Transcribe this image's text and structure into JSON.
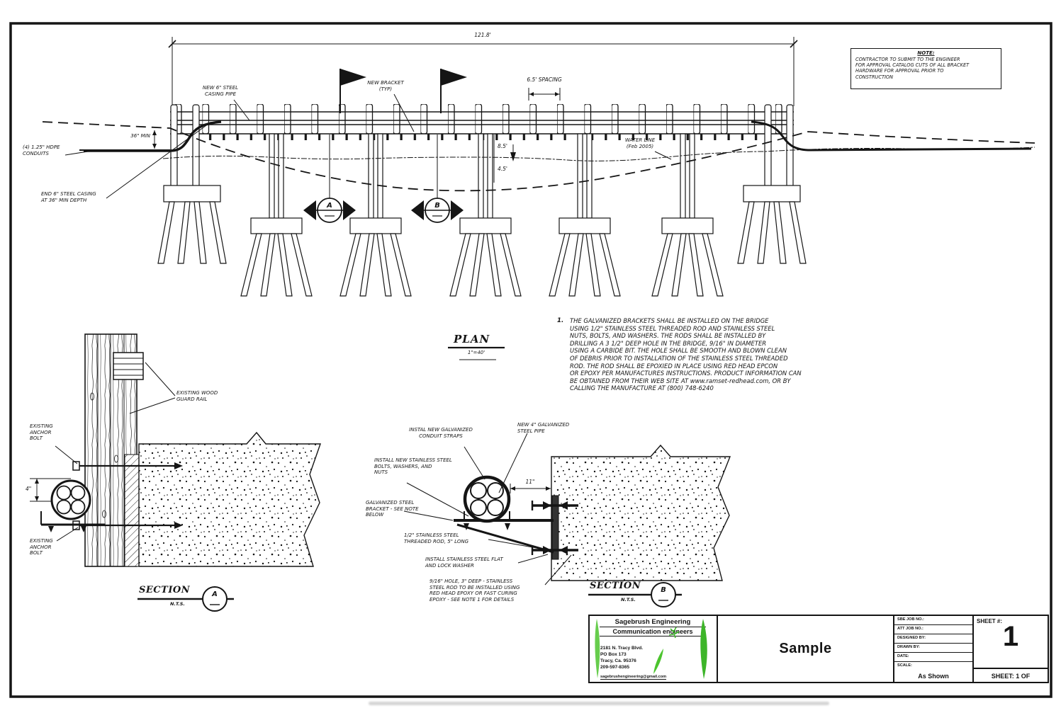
{
  "note_box": {
    "title": "NOTE:",
    "body": "CONTRACTOR TO SUBMIT TO THE ENGINEER\nFOR APPROVAL CATALOG CUTS OF ALL BRACKET\nHARDWARE FOR APPROVAL PRIOR TO\nCONSTRUCTION"
  },
  "plan": {
    "title": "PLAN",
    "scale": "1\"=40'",
    "dim_total": "121.8'",
    "dim_spacing": "6.5' SPACING",
    "dim_deck_to_water": "8.5'",
    "dim_water_to_ground": "4.5'",
    "dim_min_depth": "36\" MIN",
    "label_casing_pipe": "NEW 6\" STEEL\nCASING PIPE",
    "label_new_bracket": "NEW BRACKET\n(TYP)",
    "label_hdpe": "(4) 1.25\" HDPE\nCONDUITS",
    "label_end_casing": "END 6\" STEEL CASING\nAT 36\" MIN DEPTH",
    "label_water_line": "WATER LINE\n(Feb 2005)",
    "marker_a": "A",
    "marker_b": "B"
  },
  "general_note": {
    "number": "1.",
    "text": "THE GALVANIZED BRACKETS SHALL BE INSTALLED ON THE BRIDGE\nUSING 1/2\" STAINLESS STEEL THREADED ROD AND STAINLESS STEEL\nNUTS, BOLTS, AND WASHERS. THE RODS SHALL BE INSTALLED BY\nDRILLING A 3 1/2\" DEEP HOLE IN THE BRIDGE, 9/16\" IN DIAMETER\nUSING A CARBIDE BIT. THE HOLE SHALL BE SMOOTH AND BLOWN CLEAN\nOF DEBRIS PRIOR TO INSTALLATION OF THE STAINLESS STEEL THREADED\nROD. THE ROD SHALL BE EPOXIED IN PLACE USING RED HEAD EPCON\nOR EPOXY PER MANUFACTURES INSTRUCTIONS. PRODUCT INFORMATION CAN\nBE OBTAINED FROM THEIR WEB SITE AT www.ramset-redhead.com, OR BY\nCALLING THE MANUFACTURE AT (800) 748-6240"
  },
  "section_a": {
    "title": "SECTION",
    "marker": "A",
    "scale": "N.T.S.",
    "label_anchor_top": "EXISTING\nANCHOR\nBOLT",
    "label_guard_rail": "EXISTING WOOD\nGUARD RAIL",
    "label_anchor_bottom": "EXISTING\nANCHOR\nBOLT",
    "dim_offset": "4\""
  },
  "section_b": {
    "title": "SECTION",
    "marker": "B",
    "scale": "N.T.S.",
    "label_straps": "INSTAL NEW GALVANIZED\nCONDUIT STRAPS",
    "label_pipe": "NEW 4\" GALVANIZED\nSTEEL PIPE",
    "label_hardware": "INSTALL NEW STAINLESS STEEL\nBOLTS, WASHERS, AND\nNUTS",
    "label_bracket": "GALVANIZED STEEL\nBRACKET - SEE NOTE\nBELOW",
    "label_rod": "1/2\" STAINLESS STEEL\nTHREADED ROD, 5\" LONG",
    "label_washer": "INSTALL STAINLESS STEEL FLAT\nAND LOCK WASHER",
    "label_hole": "9/16\" HOLE, 3\" DEEP - STAINLESS\nSTEEL ROD TO BE INSTALLED USING\nRED HEAD EPOXY OR FAST CURING\nEPOXY - SEE NOTE 1 FOR DETAILS",
    "dim_offset": "11\""
  },
  "title_block": {
    "company": "Sagebrush Engineering",
    "tagline": "Communication engineers",
    "address1": "2181 N. Tracy Blvd.",
    "address2": "PO Box 173",
    "address3": "Tracy, Ca. 95376",
    "phone": "209-597-8365",
    "email": "sagebrushengineering@gmail.com",
    "project": "Sample",
    "fields": [
      {
        "label": "SBE JOB NO.:",
        "value": ""
      },
      {
        "label": "ATT JOB NO.:",
        "value": ""
      },
      {
        "label": "DESIGNED BY:",
        "value": ""
      },
      {
        "label": "DRAWN BY:",
        "value": ""
      },
      {
        "label": "DATE:",
        "value": ""
      },
      {
        "label": "SCALE:",
        "value": "As Shown"
      }
    ],
    "sheet_label": "SHEET #:",
    "sheet_number": "1",
    "sheet_of": "SHEET:  1  OF"
  }
}
